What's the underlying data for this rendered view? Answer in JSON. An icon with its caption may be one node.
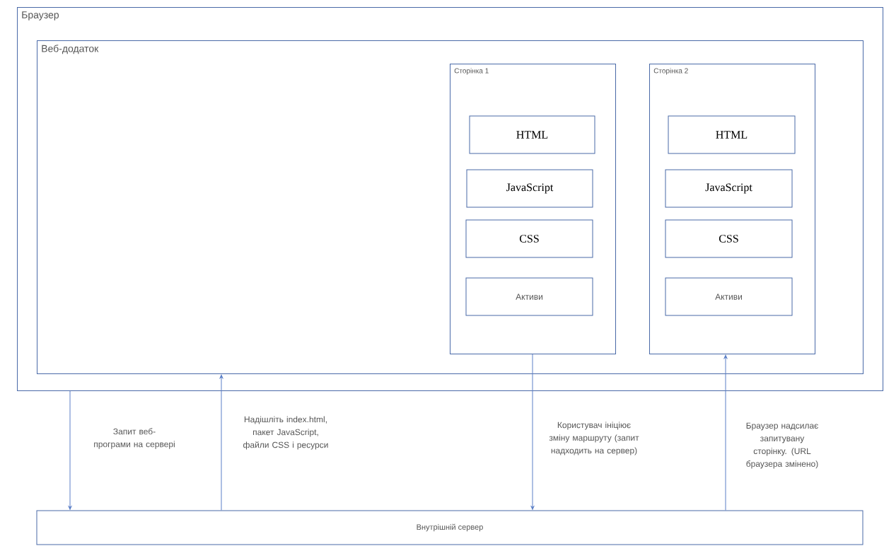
{
  "diagram": {
    "nodes": [
      {
        "text": [
          "Браузер"
        ]
      },
      {
        "text": [
          "Веб-додаток"
        ],
        "in": 0
      },
      {
        "text": [
          "Сторінка 1"
        ],
        "in": 1
      },
      {
        "text": [
          "HTML"
        ],
        "in": 2
      },
      {
        "text": [
          "JavaScript"
        ],
        "in": 2
      },
      {
        "text": [
          "CSS"
        ],
        "in": 2
      },
      {
        "text": [
          "Активи"
        ],
        "in": 2
      },
      {
        "text": [
          "Сторінка 2"
        ],
        "in": 1
      },
      {
        "text": [
          "HTML"
        ],
        "in": 7
      },
      {
        "text": [
          "JavaScript"
        ],
        "in": 7
      },
      {
        "text": [
          "CSS"
        ],
        "in": 7
      },
      {
        "text": [
          "Активи"
        ],
        "in": 7
      },
      {
        "text": [
          "Внутрішній сервер"
        ]
      }
    ],
    "edges": [
      {
        "from": 0,
        "to": 12,
        "arrow": "to",
        "label": "Запит веб-програми на сервері"
      },
      {
        "from": 12,
        "to": 1,
        "arrow": "to",
        "label": "Надішліть index.html, пакет JavaScript, файли CSS і ресурси"
      },
      {
        "from": 2,
        "to": 12,
        "arrow": "to",
        "label": "Користувач ініціює зміну маршруту (запит надходить на сервер)"
      },
      {
        "from": 12,
        "to": 7,
        "arrow": "to",
        "label": "Браузер надсилає запитувану сторінку. (URL браузера змінено)"
      }
    ]
  }
}
